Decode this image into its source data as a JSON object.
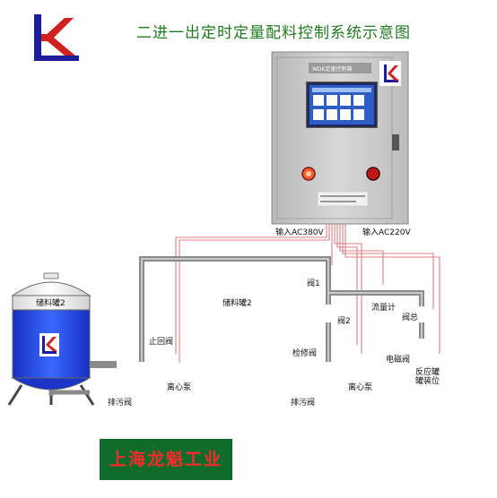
{
  "title": "二进一出定时定量配料控制系统示意图",
  "cabinet": {
    "nameplate": "WDK定量控制箱",
    "input_left": "输入AC380V",
    "input_right": "输入AC220V"
  },
  "tanks": [
    {
      "label": "储料罐2"
    },
    {
      "label": "储料罐2"
    }
  ],
  "labels": {
    "check_valve": "止回阀",
    "pump1": "离心泵",
    "drain1": "排污阀",
    "valve1": "阀1",
    "valve2": "阀2",
    "inspect_valve": "检修阀",
    "pump2": "离心泵",
    "drain2": "排污阀",
    "flowmeter": "流量计",
    "main_valve": "阀总",
    "solenoid": "电磁阀",
    "reactor": "反应罐",
    "reactor_sub": "罐装位"
  },
  "brand": "上海龙魁工业",
  "colors": {
    "title": "#1f7a1f",
    "pipe": "#8a8a8a",
    "wire": "#d98080",
    "valve": "#e07020",
    "pump": "#2060d0",
    "liquid": "#1a3fd8",
    "brand_bg": "#0e6b2a",
    "brand_text": "#ff2a2a"
  }
}
